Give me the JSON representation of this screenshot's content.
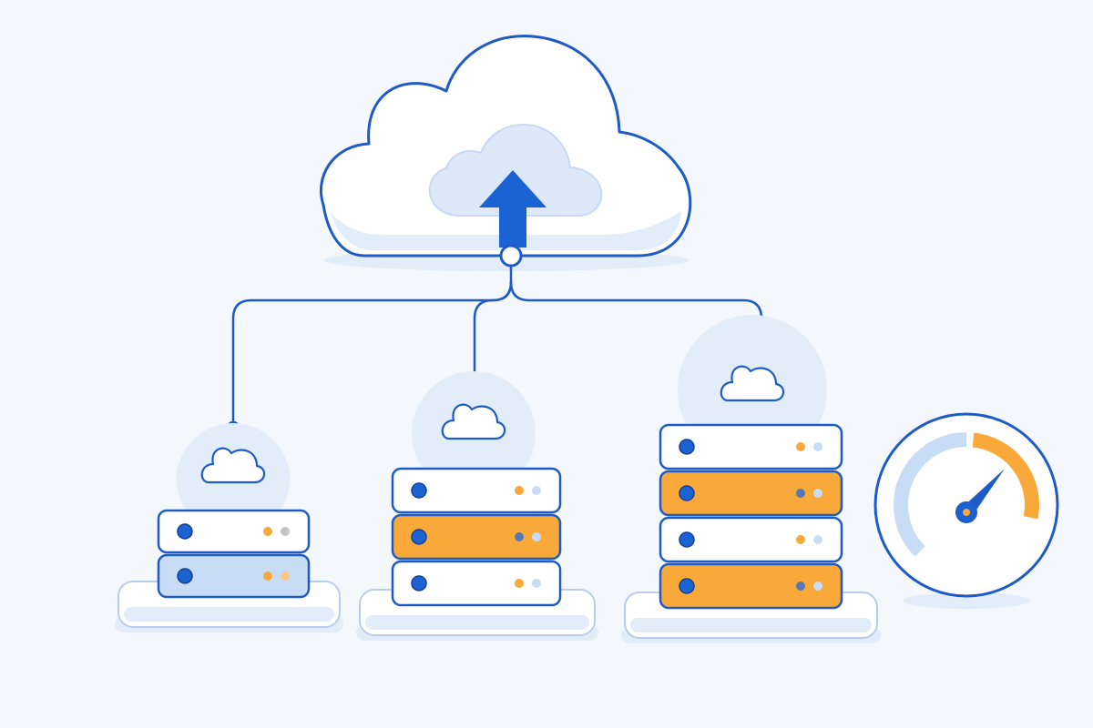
{
  "colors": {
    "background": "#f4f7fc",
    "outline": "#1e5bc6",
    "primary": "#1b63d3",
    "accent_orange": "#f8a93a",
    "light_blue": "#c9dcf6",
    "pale_blue": "#e3ecf9",
    "white": "#ffffff",
    "indicator_gray": "#c4c4c4",
    "indicator_blue": "#5677b5"
  },
  "diagram": {
    "cloud_hub": {
      "icon": "cloud-upload-icon"
    },
    "gauge": {
      "icon": "speedometer-icon",
      "level": 0.7
    },
    "server_stacks": [
      {
        "name": "stack-small",
        "units": [
          "white",
          "light-blue"
        ]
      },
      {
        "name": "stack-medium",
        "units": [
          "white",
          "orange",
          "white"
        ]
      },
      {
        "name": "stack-large",
        "units": [
          "white",
          "orange",
          "white",
          "orange"
        ]
      }
    ]
  }
}
